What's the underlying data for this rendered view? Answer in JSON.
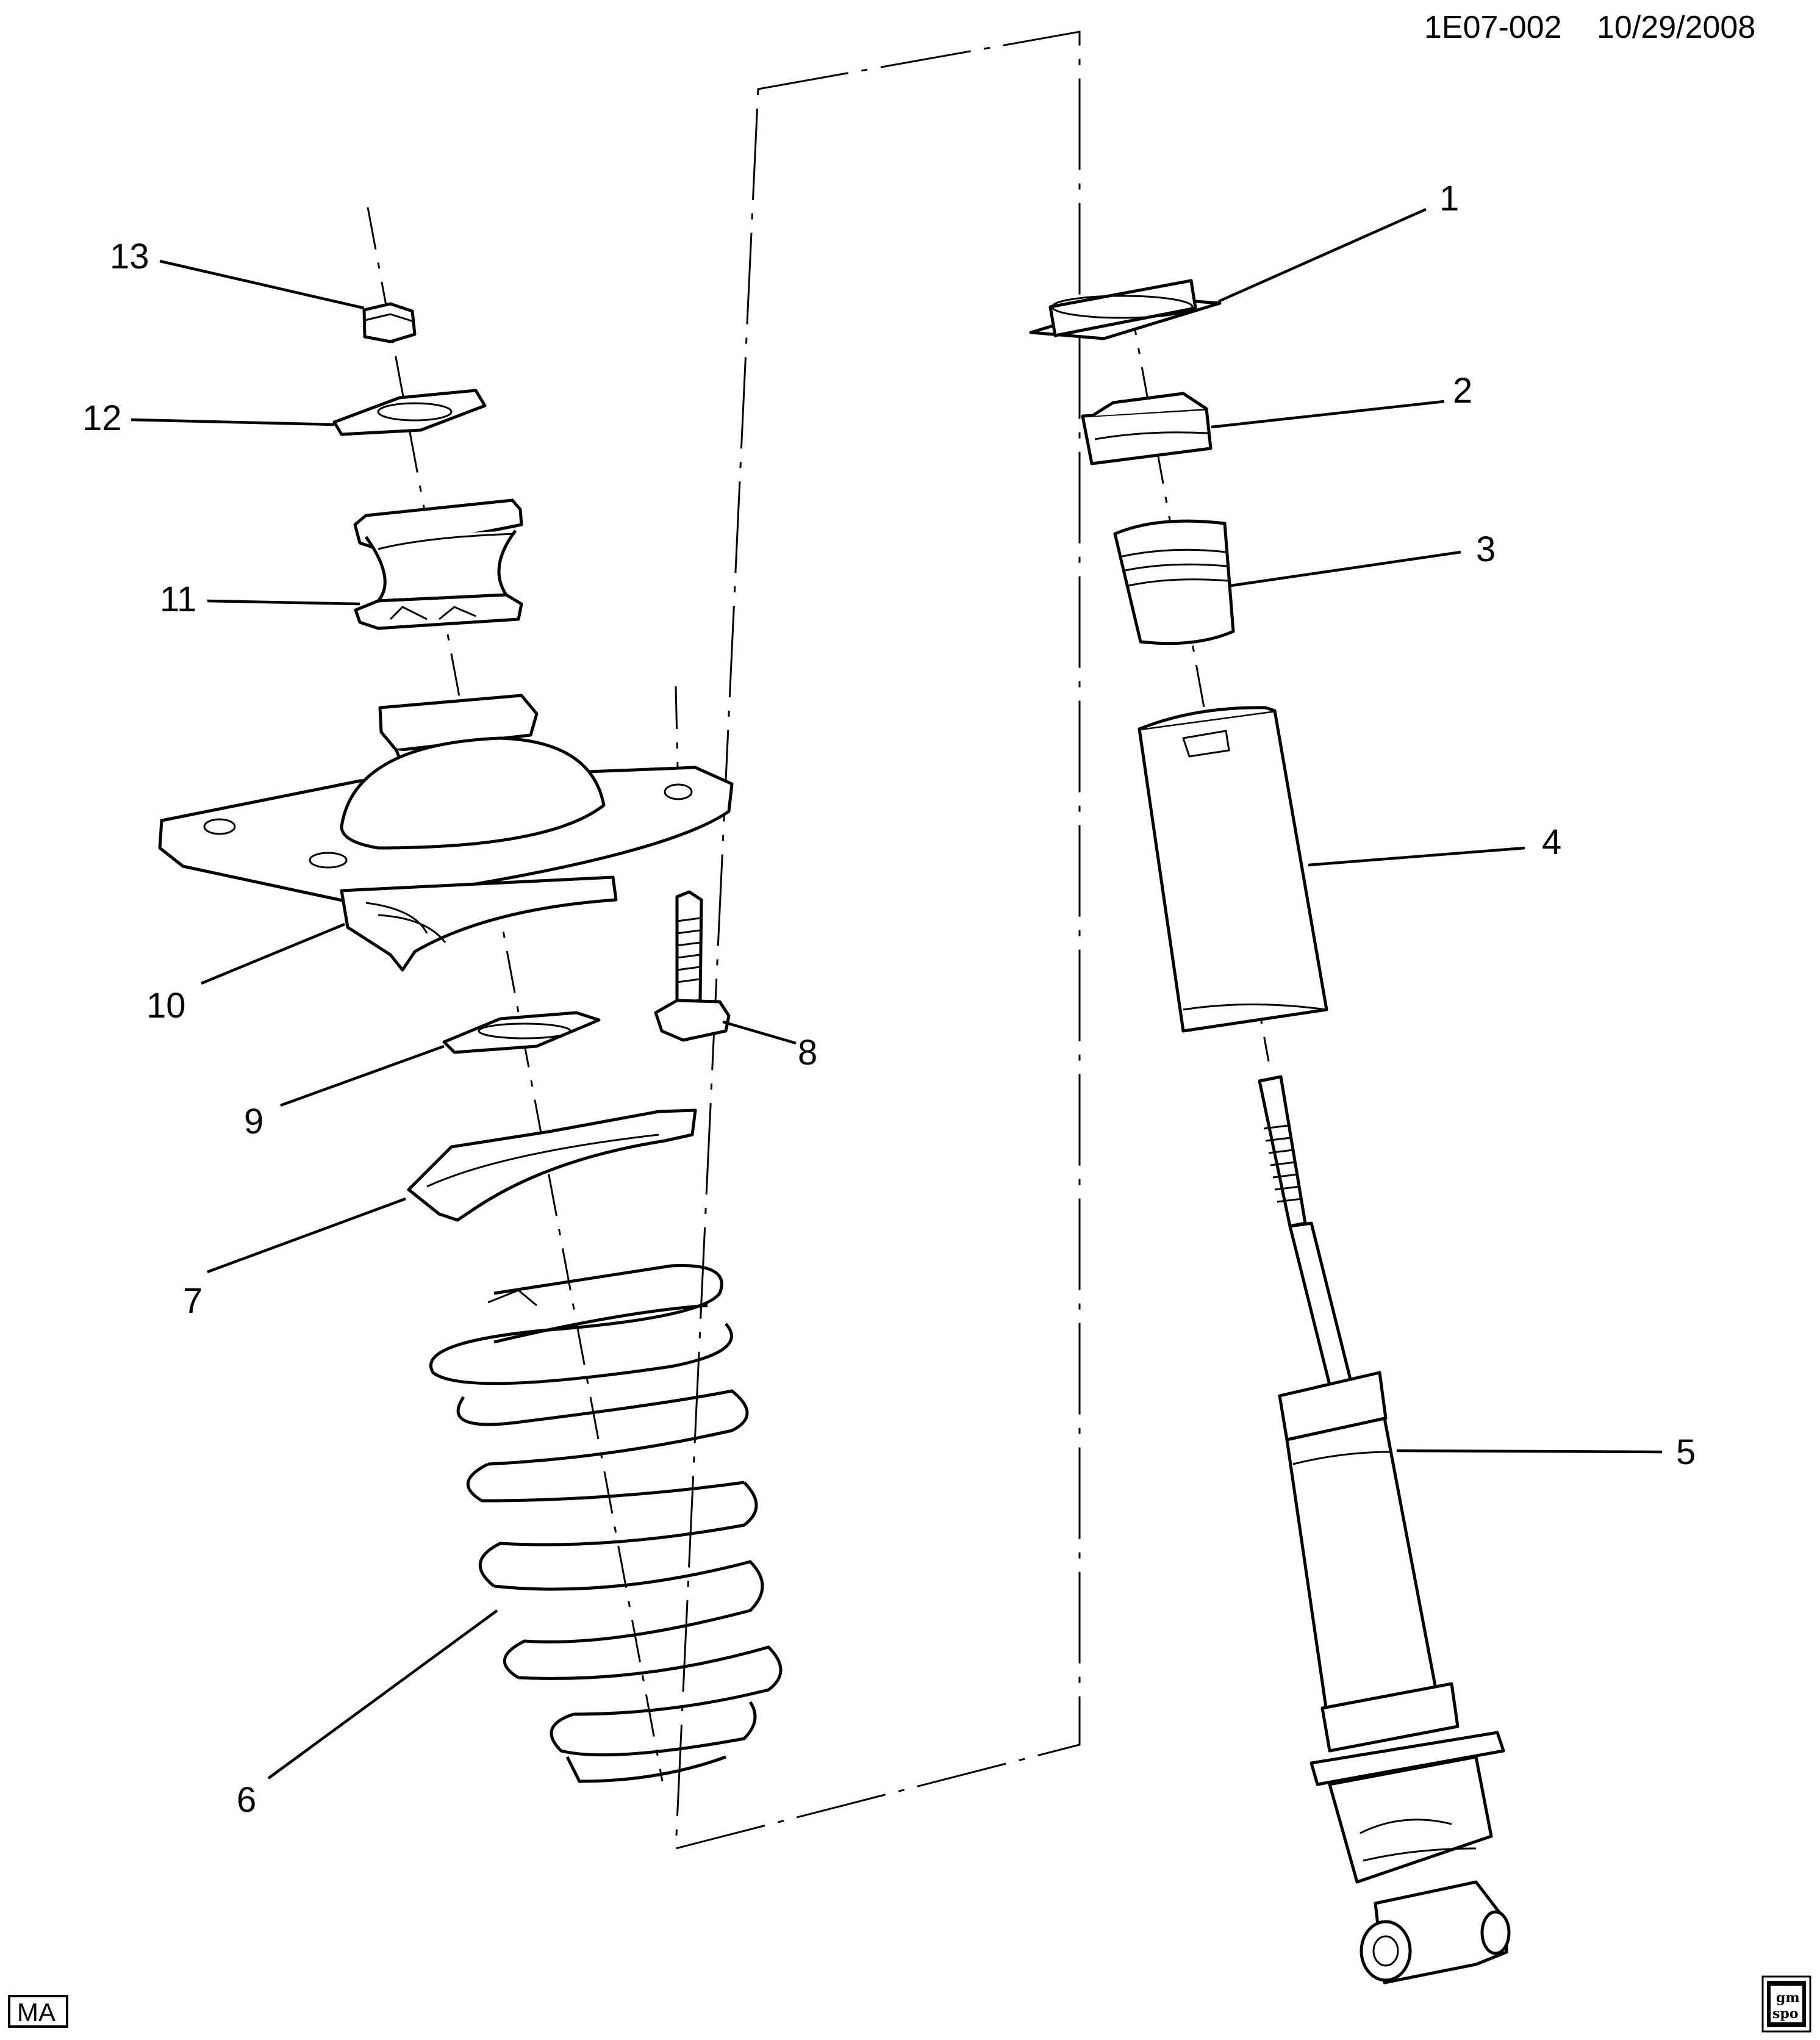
{
  "header": {
    "code": "1E07-002",
    "date": "10/29/2008"
  },
  "corner_tag": "MA",
  "logo_text": {
    "top": "gm",
    "bottom": "spo"
  },
  "callouts": [
    "1",
    "2",
    "3",
    "4",
    "5",
    "6",
    "7",
    "8",
    "9",
    "10",
    "11",
    "12",
    "13"
  ]
}
